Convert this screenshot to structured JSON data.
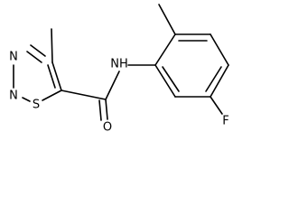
{
  "molecule": {
    "atoms": {
      "n_top": "N",
      "n_bottom": "N",
      "sulfur": "S",
      "amide_nh": "NH",
      "carbonyl_oxygen": "O",
      "fluorine": "F"
    },
    "colors": {
      "bond": "#000000",
      "label": "#000000",
      "background": "#ffffff"
    }
  }
}
